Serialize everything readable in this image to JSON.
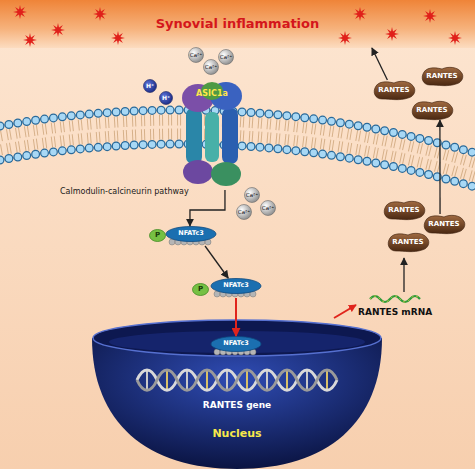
{
  "diagram": {
    "nodes": [
      {
        "text": [
          "Synovial inflammation"
        ]
      },
      {
        "text": [
          "H⁺"
        ]
      },
      {
        "text": [
          "H⁺"
        ]
      },
      {
        "text": [
          "Ca²⁺"
        ]
      },
      {
        "text": [
          "Ca²⁺"
        ]
      },
      {
        "text": [
          "Ca²⁺"
        ]
      },
      {
        "text": [
          "ASIC1a"
        ]
      },
      {
        "text": [
          "RANTES"
        ]
      },
      {
        "text": [
          "RANTES"
        ]
      },
      {
        "text": [
          "RANTES"
        ]
      },
      {
        "text": [
          "Ca²⁺"
        ]
      },
      {
        "text": [
          "Ca²⁺"
        ]
      },
      {
        "text": [
          "Ca²⁺"
        ]
      },
      {
        "text": [
          "RANTES"
        ]
      },
      {
        "text": [
          "RANTES"
        ]
      },
      {
        "text": [
          "RANTES"
        ]
      },
      {
        "text": [
          "P"
        ]
      },
      {
        "text": [
          "NFATc3"
        ]
      },
      {
        "text": [
          "P"
        ]
      },
      {
        "text": [
          "NFATc3"
        ]
      },
      {
        "text": [
          "RANTES gene",
          "Nucleus"
        ]
      },
      {
        "text": [
          "NFATc3"
        ],
        "in": 20
      }
    ],
    "edges": [
      {
        "from": 6,
        "to": 17,
        "arrow": "to",
        "label": "Calmodulin-calcineurin pathway"
      },
      {
        "from": 17,
        "to": 19,
        "arrow": "to"
      },
      {
        "from": 19,
        "to": 21,
        "arrow": "to"
      },
      {
        "from": 14,
        "to": 9,
        "arrow": "to"
      },
      {
        "from": 7,
        "to": 0,
        "arrow": "to"
      }
    ],
    "labels": [
      "RANTES mRNA"
    ]
  }
}
